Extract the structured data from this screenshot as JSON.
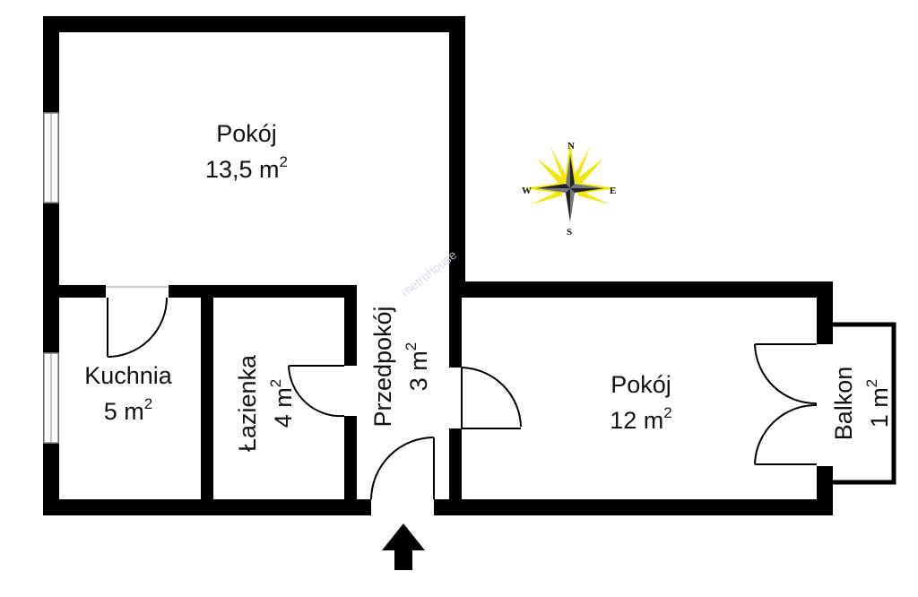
{
  "rooms": {
    "pokoj_large": {
      "name": "Pokój",
      "area": "13,5 m",
      "unit_exp": "2"
    },
    "kuchnia": {
      "name": "Kuchnia",
      "area": "5 m",
      "unit_exp": "2"
    },
    "lazienka": {
      "name": "Łazienka",
      "area": "4 m",
      "unit_exp": "2"
    },
    "przedpokoj": {
      "name": "Przedpokój",
      "area": "3 m",
      "unit_exp": "2"
    },
    "pokoj_small": {
      "name": "Pokój",
      "area": "12 m",
      "unit_exp": "2"
    },
    "balkon": {
      "name": "Balkon",
      "area": "1 m",
      "unit_exp": "2"
    }
  },
  "compass": {
    "n": "N",
    "e": "E",
    "s": "S",
    "w": "W"
  },
  "watermark": "metrohouse",
  "colors": {
    "wall": "#000000",
    "compass_glow": "#f2e600",
    "background": "#ffffff"
  }
}
